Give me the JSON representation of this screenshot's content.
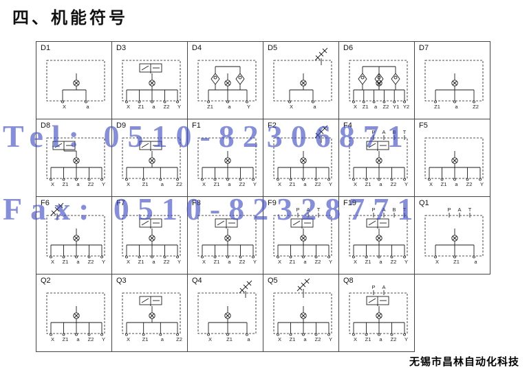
{
  "page": {
    "title": "四、机能符号",
    "footer": "无锡市昌林自动化科技",
    "ink_color": "#1a1a1a",
    "grid_line_color": "#444444",
    "watermark": {
      "tel": "Tel: 0510-82306871",
      "fax": "Fax: 0510-82328771",
      "color": "#3c49be"
    }
  },
  "cells": [
    {
      "label": "D1",
      "top_labels": [],
      "ports": [
        "X",
        "a"
      ],
      "features": [
        "orifice"
      ]
    },
    {
      "label": "D3",
      "top_labels": [],
      "ports": [
        "X",
        "Z1",
        "a",
        "Z2",
        "Y"
      ],
      "features": [
        "valve",
        "orifice"
      ]
    },
    {
      "label": "D4",
      "top_labels": [],
      "ports": [
        "Z1",
        "a",
        "Y"
      ],
      "features": [
        "diamond2",
        "orifice"
      ]
    },
    {
      "label": "D5",
      "top_labels": [],
      "ports": [
        "X",
        "a"
      ],
      "features": [
        "hatch-tr",
        "orifice"
      ]
    },
    {
      "label": "D6",
      "top_labels": [],
      "ports": [
        "X",
        "Z1",
        "a",
        "Z2",
        "Y1",
        "Y2"
      ],
      "features": [
        "diamond3",
        "orifice"
      ]
    },
    {
      "label": "D7",
      "top_labels": [],
      "ports": [
        "Z1",
        "a",
        "Z2"
      ],
      "features": [
        "orifice"
      ]
    },
    {
      "label": "D8",
      "top_labels": [],
      "ports": [
        "X",
        "Z1",
        "a",
        "Z2",
        "Y"
      ],
      "features": [
        "valve-left",
        "orifice"
      ]
    },
    {
      "label": "D9",
      "top_labels": [],
      "ports": [
        "X",
        "Z1",
        "a",
        "Z2"
      ],
      "features": [
        "valve",
        "orifice"
      ]
    },
    {
      "label": "F1",
      "top_labels": [],
      "ports": [
        "X",
        "Z1",
        "a",
        "Z2",
        "Y"
      ],
      "features": [
        "orifice"
      ]
    },
    {
      "label": "F2",
      "top_labels": [],
      "ports": [
        "X",
        "Z1",
        "a",
        "Z2",
        "Y"
      ],
      "features": [
        "hatch-tr",
        "orifice"
      ]
    },
    {
      "label": "F4",
      "top_labels": [
        "P",
        "A",
        "B",
        "T"
      ],
      "ports": [
        "X",
        "Z1",
        "a",
        "Z2",
        "Y"
      ],
      "features": [
        "valve",
        "orifice"
      ]
    },
    {
      "label": "F5",
      "top_labels": [],
      "ports": [
        "X",
        "Z1",
        "a",
        "Z2",
        "Y"
      ],
      "features": [
        "orifice"
      ]
    },
    {
      "label": "F6",
      "top_labels": [],
      "ports": [
        "X",
        "Z1",
        "a",
        "Z2",
        "Y"
      ],
      "features": [
        "hatch-tl",
        "orifice"
      ]
    },
    {
      "label": "F7",
      "top_labels": [],
      "ports": [
        "X",
        "Z1",
        "a",
        "Z2",
        "Y"
      ],
      "features": [
        "valve",
        "orifice"
      ]
    },
    {
      "label": "F8",
      "top_labels": [],
      "ports": [
        "X",
        "Z1",
        "a",
        "Z2",
        "Y"
      ],
      "features": [
        "valve",
        "orifice"
      ]
    },
    {
      "label": "F9",
      "top_labels": [
        "P",
        "A",
        "T"
      ],
      "ports": [
        "X",
        "Z1",
        "a",
        "Z2",
        "Y"
      ],
      "features": [
        "valve",
        "orifice"
      ]
    },
    {
      "label": "F19",
      "top_labels": [
        "P",
        "A",
        "B",
        "T"
      ],
      "ports": [
        "X",
        "Z1",
        "a",
        "Z2",
        "Y"
      ],
      "features": [
        "valve",
        "orifice"
      ]
    },
    {
      "label": "Q1",
      "top_labels": [
        "P",
        "A",
        "T"
      ],
      "ports": [
        "X",
        "Z1",
        "a"
      ],
      "features": [
        "orifice"
      ]
    },
    {
      "label": "Q2",
      "top_labels": [],
      "ports": [
        "X",
        "Z1",
        "a",
        "Z2",
        "Y"
      ],
      "features": [
        "orifice"
      ]
    },
    {
      "label": "Q3",
      "top_labels": [],
      "ports": [
        "X",
        "Z1",
        "a",
        "Z2"
      ],
      "features": [
        "valve",
        "orifice"
      ]
    },
    {
      "label": "Q4",
      "top_labels": [],
      "ports": [
        "X",
        "Z1",
        "a"
      ],
      "features": [
        "hatch-tr",
        "orifice"
      ]
    },
    {
      "label": "Q5",
      "top_labels": [],
      "ports": [
        "X",
        "Z1",
        "a",
        "Z2",
        "Y"
      ],
      "features": [
        "hatch-t",
        "orifice"
      ]
    },
    {
      "label": "Q8",
      "top_labels": [
        "P",
        "A"
      ],
      "ports": [
        "X",
        "Z1",
        "a",
        "Z2",
        "Y"
      ],
      "features": [
        "valve",
        "orifice"
      ]
    }
  ]
}
